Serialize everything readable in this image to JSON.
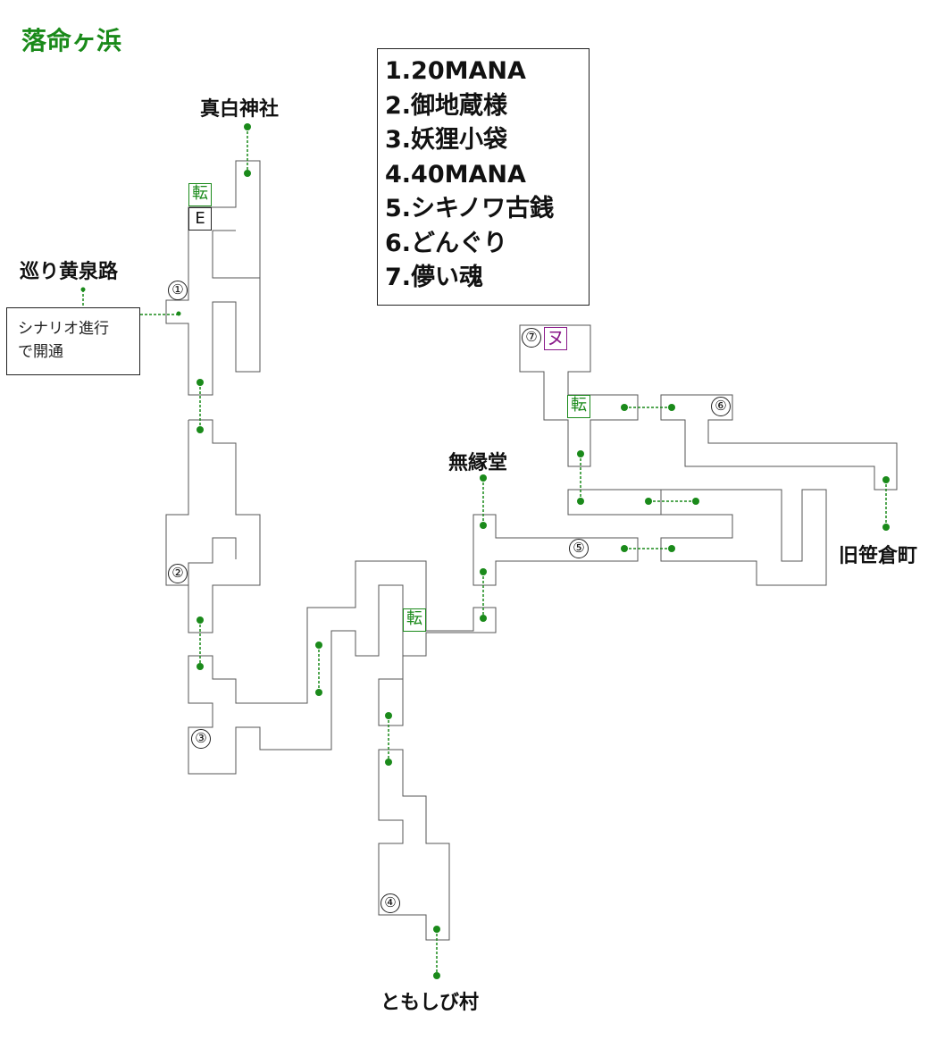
{
  "title": "落命ヶ浜",
  "places": {
    "shinpaku": "真白神社",
    "meguri": "巡り黄泉路",
    "muen": "無縁堂",
    "kyusasakura": "旧笹倉町",
    "tomoshibi": "ともしび村"
  },
  "note": {
    "line1": "シナリオ進行",
    "line2": "で開通"
  },
  "legend": [
    "1.20MANA",
    "2.御地蔵様",
    "3.妖狸小袋",
    "4.40MANA",
    "5.シキノワ古銭",
    "6.どんぐり",
    "7.儚い魂"
  ],
  "markers": {
    "m1": "①",
    "m2": "②",
    "m3": "③",
    "m4": "④",
    "m5": "⑤",
    "m6": "⑥",
    "m7": "⑦"
  },
  "symbols": {
    "ten": "転",
    "exit": "E",
    "nu": "ヌ"
  },
  "colors": {
    "path_green": "#1a8a1a",
    "chest_purple": "#8a1a8a",
    "outline": "#555555"
  }
}
